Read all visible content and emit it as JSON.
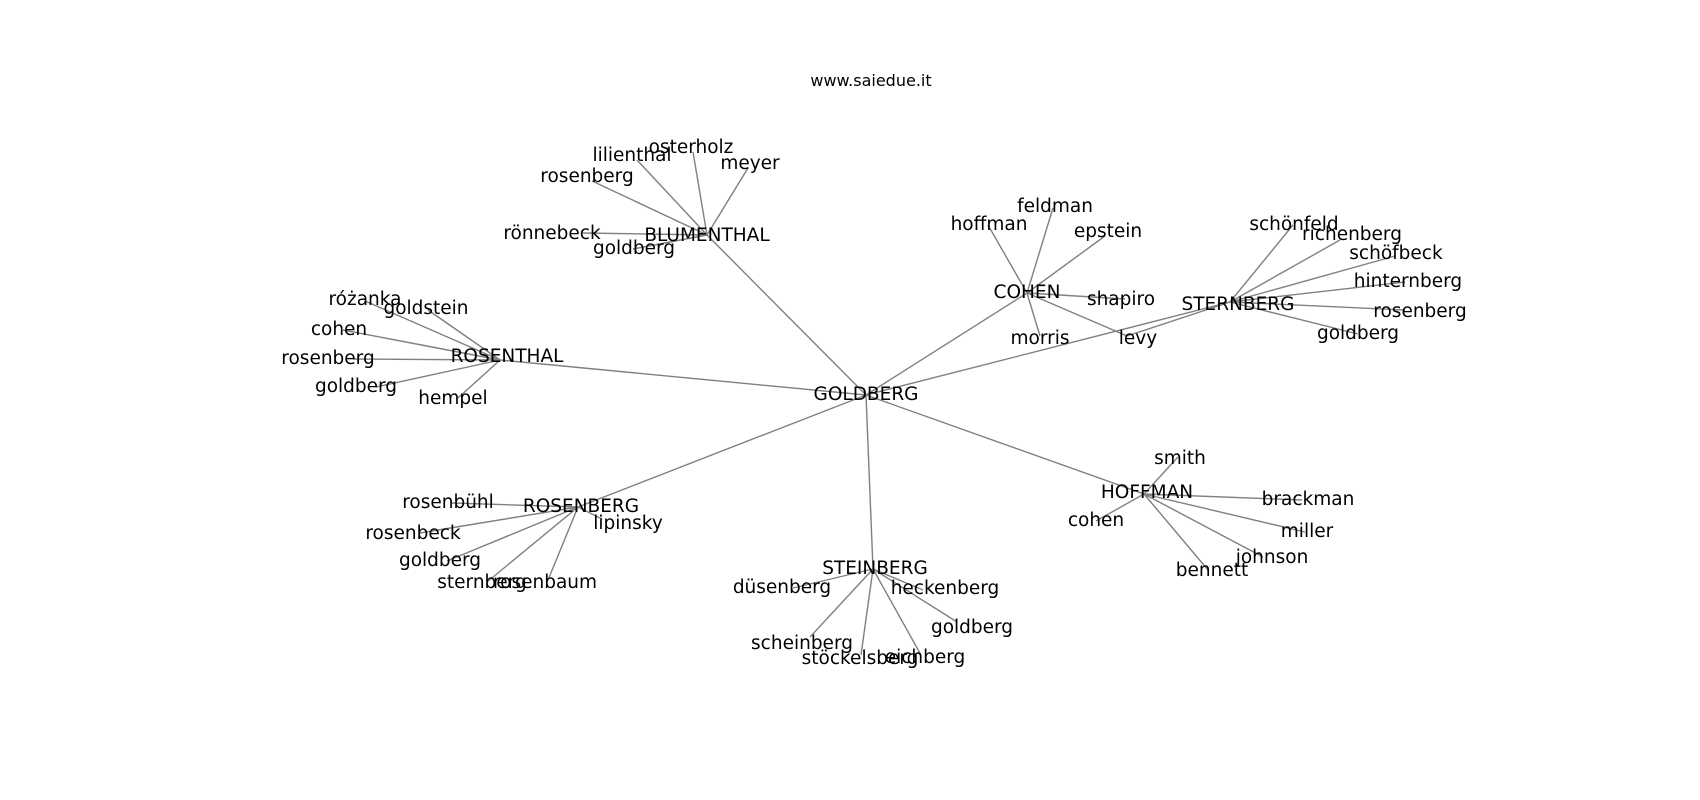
{
  "source_caption": "www.saiedue.it",
  "colors": {
    "edge": "#808080",
    "text": "#000000",
    "background": "#ffffff"
  },
  "graph": {
    "root": "GOLDBERG",
    "clusters": [
      {
        "hub": "BLUMENTHAL",
        "leaves": [
          "lilienthal",
          "osterholz",
          "meyer",
          "rosenberg",
          "rönnebeck",
          "goldberg"
        ]
      },
      {
        "hub": "ROSENTHAL",
        "leaves": [
          "różanka",
          "goldstein",
          "cohen",
          "rosenberg",
          "goldberg",
          "hempel"
        ]
      },
      {
        "hub": "COHEN",
        "leaves": [
          "feldman",
          "hoffman",
          "epstein",
          "shapiro",
          "morris",
          "levy"
        ]
      },
      {
        "hub": "STERNBERG",
        "leaves": [
          "schönfeld",
          "richenberg",
          "schöfbeck",
          "hinternberg",
          "rosenberg",
          "goldberg",
          "levy"
        ]
      },
      {
        "hub": "ROSENBERG",
        "leaves": [
          "rosenbühl",
          "rosenbeck",
          "lipinsky",
          "goldberg",
          "sternberg",
          "rosenbaum"
        ]
      },
      {
        "hub": "STEINBERG",
        "leaves": [
          "düsenberg",
          "heckenberg",
          "goldberg",
          "scheinberg",
          "stöckelsberg",
          "eichberg"
        ]
      },
      {
        "hub": "HOFFMAN",
        "leaves": [
          "smith",
          "brackman",
          "cohen",
          "miller",
          "johnson",
          "bennett"
        ]
      }
    ]
  }
}
